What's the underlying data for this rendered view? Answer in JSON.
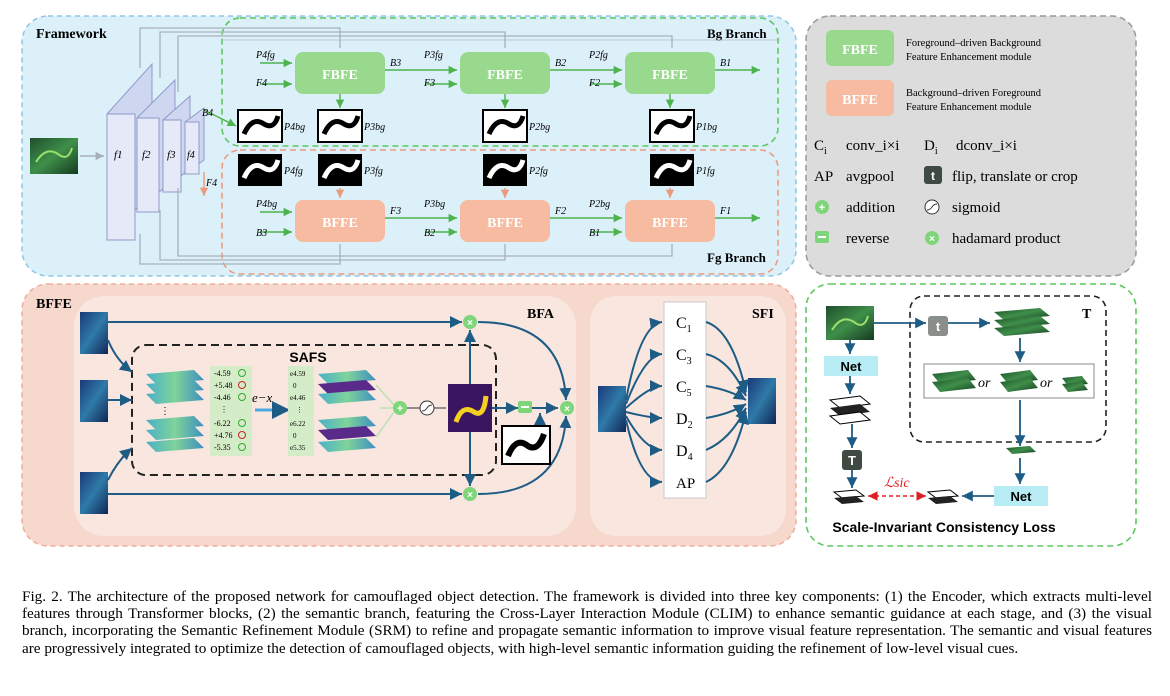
{
  "framework": {
    "title": "Framework",
    "bg_branch": "Bg Branch",
    "fg_branch": "Fg Branch",
    "encoder_labels": [
      "f1",
      "f2",
      "f3",
      "f4"
    ],
    "fbfe_label": "FBFE",
    "bffe_label": "BFFE",
    "top_inputs": [
      [
        "P4fg",
        "F4"
      ],
      [
        "P3fg",
        "F3"
      ],
      [
        "P2fg",
        "F2"
      ]
    ],
    "top_outputs": [
      "B3",
      "B2",
      "B1"
    ],
    "top_side": "B4",
    "bottom_inputs": [
      [
        "P4bg",
        "B3"
      ],
      [
        "P3bg",
        "B2"
      ],
      [
        "P2bg",
        "B1"
      ]
    ],
    "bottom_outputs": [
      "F3",
      "F2",
      "F1"
    ],
    "bottom_side": "F4",
    "bg_maps": [
      "P4bg",
      "P3bg",
      "P2bg",
      "P1bg"
    ],
    "fg_maps": [
      "P4fg",
      "P3fg",
      "P2fg",
      "P1fg"
    ]
  },
  "legend": {
    "fbfe": "FBFE",
    "fbfe_desc_1": "Foreground–driven Background",
    "fbfe_desc_2": "Feature Enhancement module",
    "bffe": "BFFE",
    "bffe_desc_1": "Background–driven Foreground",
    "bffe_desc_2": "Feature Enhancement module",
    "conv": "conv_i×i",
    "dconv": "dconv_i×i",
    "ap": "AP",
    "avgpool": "avgpool",
    "t_desc": "flip, translate or crop",
    "addition": "addition",
    "sigmoid": "sigmoid",
    "reverse": "reverse",
    "hadamard": "hadamard product",
    "colors": {
      "fbfe": "#98d98e",
      "bffe": "#f6bba0",
      "accent_green": "#7fd67a"
    }
  },
  "bffe_panel": {
    "title": "BFFE",
    "bfa": "BFA",
    "safs": "SAFS",
    "values": [
      "-4.59",
      "+5.48",
      "-4.46",
      "⋮",
      "-6.22",
      "+4.76",
      "-5.35"
    ],
    "exp_values": [
      "e4.59",
      "0",
      "e4.46",
      "⋮",
      "e6.22",
      "0",
      "e5.35"
    ],
    "exp_label": "e−x"
  },
  "sfi_panel": {
    "title": "SFI",
    "ops": [
      "C1",
      "C3",
      "C5",
      "D2",
      "D4",
      "AP"
    ]
  },
  "t_panel": {
    "title": "T",
    "net": "Net",
    "t": "T",
    "t_small": "t",
    "or": "or",
    "loss": "ℒsic",
    "footer": "Scale-Invariant Consistency Loss"
  },
  "caption": "Fig. 2.  The architecture of the proposed network for camouflaged object detection. The framework is divided into three key components: (1) the Encoder, which extracts multi-level features through Transformer blocks, (2) the semantic branch, featuring the Cross-Layer Interaction Module (CLIM) to enhance semantic guidance at each stage, and (3) the visual branch, incorporating the Semantic Refinement Module (SRM) to refine and propagate semantic information to improve visual feature representation. The semantic and visual features are progressively integrated to optimize the detection of camouflaged objects, with high-level semantic information guiding the refinement of low-level visual cues."
}
